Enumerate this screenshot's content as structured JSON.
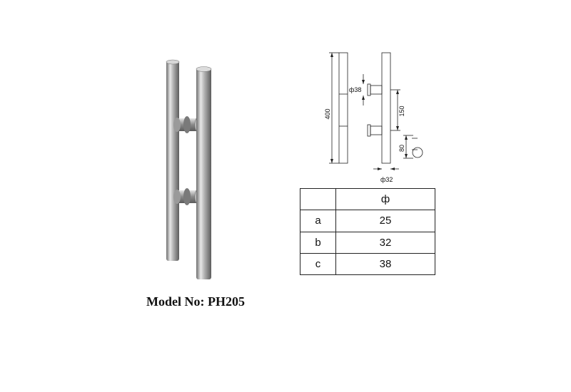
{
  "product": {
    "model_label": "Model No: PH205"
  },
  "drawing": {
    "length": "400",
    "spacing": "150",
    "standoff": "80",
    "post_diameter": "ф38",
    "bar_diameter": "ф32"
  },
  "spec_table": {
    "header": [
      "",
      "ф"
    ],
    "rows": [
      {
        "label": "a",
        "value": "25"
      },
      {
        "label": "b",
        "value": "32"
      },
      {
        "label": "c",
        "value": "38"
      }
    ]
  }
}
